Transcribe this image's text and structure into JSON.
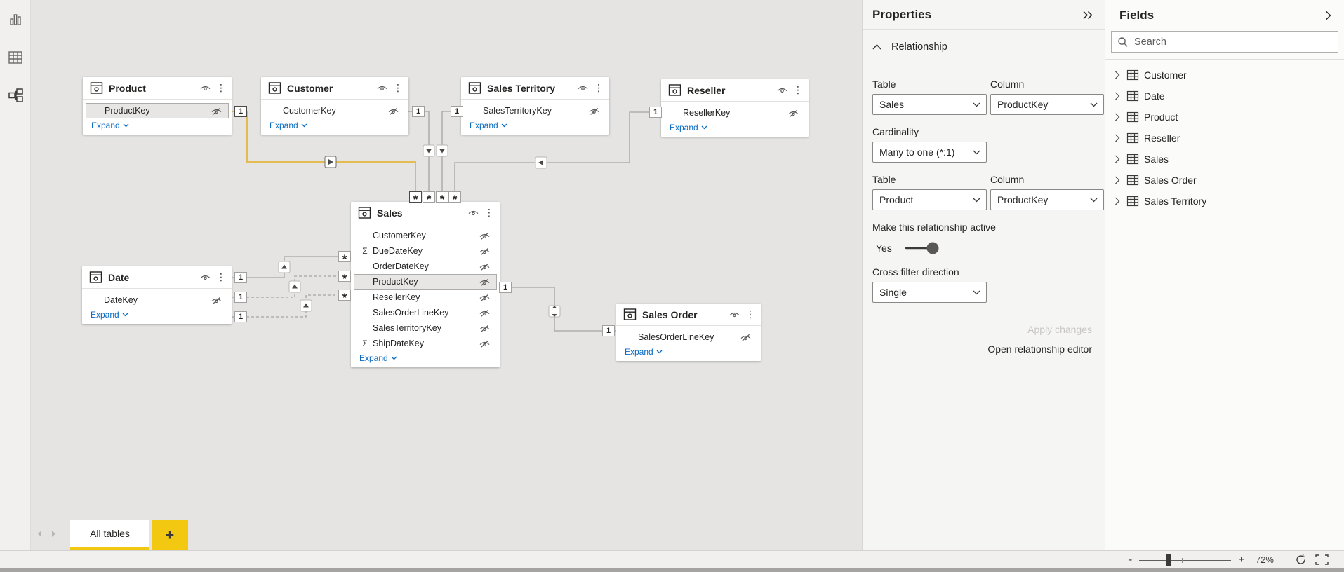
{
  "sidebar": {
    "icons": [
      {
        "id": "report-view",
        "name": "report-view-icon"
      },
      {
        "id": "data-view",
        "name": "data-view-icon"
      },
      {
        "id": "model-view",
        "name": "model-view-icon",
        "active": true
      }
    ]
  },
  "canvas": {
    "tables": [
      {
        "id": "product",
        "name": "Product",
        "fields": [
          {
            "name": "ProductKey",
            "hidden": true,
            "selected": true
          }
        ],
        "expand_label": "Expand"
      },
      {
        "id": "customer",
        "name": "Customer",
        "fields": [
          {
            "name": "CustomerKey",
            "hidden": true
          }
        ],
        "expand_label": "Expand"
      },
      {
        "id": "sales-territory",
        "name": "Sales Territory",
        "fields": [
          {
            "name": "SalesTerritoryKey",
            "hidden": true
          }
        ],
        "expand_label": "Expand"
      },
      {
        "id": "reseller",
        "name": "Reseller",
        "fields": [
          {
            "name": "ResellerKey",
            "hidden": true
          }
        ],
        "expand_label": "Expand"
      },
      {
        "id": "sales",
        "name": "Sales",
        "fields": [
          {
            "name": "CustomerKey",
            "hidden": true
          },
          {
            "name": "DueDateKey",
            "hidden": true,
            "sum": true
          },
          {
            "name": "OrderDateKey",
            "hidden": true
          },
          {
            "name": "ProductKey",
            "hidden": true,
            "selected": true
          },
          {
            "name": "ResellerKey",
            "hidden": true
          },
          {
            "name": "SalesOrderLineKey",
            "hidden": true
          },
          {
            "name": "SalesTerritoryKey",
            "hidden": true
          },
          {
            "name": "ShipDateKey",
            "hidden": true,
            "sum": true
          }
        ],
        "expand_label": "Expand"
      },
      {
        "id": "date",
        "name": "Date",
        "fields": [
          {
            "name": "DateKey",
            "hidden": true
          }
        ],
        "expand_label": "Expand"
      },
      {
        "id": "sales-order",
        "name": "Sales Order",
        "fields": [
          {
            "name": "SalesOrderLineKey",
            "hidden": true
          }
        ],
        "expand_label": "Expand"
      }
    ],
    "relationships": [
      {
        "id": "product-sales",
        "from": "Product",
        "to": "Sales",
        "from_label": "1",
        "to_label": "*",
        "active": true,
        "selected": true
      },
      {
        "id": "customer-sales",
        "from": "Customer",
        "to": "Sales",
        "from_label": "1",
        "to_label": "*",
        "active": true,
        "selected": false
      },
      {
        "id": "territory-sales",
        "from": "Sales Territory",
        "to": "Sales",
        "from_label": "1",
        "to_label": "*",
        "active": true,
        "selected": false
      },
      {
        "id": "reseller-sales",
        "from": "Reseller",
        "to": "Sales",
        "from_label": "1",
        "to_label": "*",
        "active": true,
        "selected": false
      },
      {
        "id": "date-sales-1",
        "from": "Date",
        "to": "Sales",
        "from_label": "1",
        "to_label": "*",
        "active": true,
        "selected": false
      },
      {
        "id": "date-sales-2",
        "from": "Date",
        "to": "Sales",
        "from_label": "1",
        "to_label": "*",
        "active": false,
        "selected": false
      },
      {
        "id": "date-sales-3",
        "from": "Date",
        "to": "Sales",
        "from_label": "1",
        "to_label": "*",
        "active": false,
        "selected": false
      },
      {
        "id": "sales-salesorder",
        "from": "Sales",
        "to": "Sales Order",
        "from_label": "1",
        "to_label": "1",
        "active": true,
        "selected": false,
        "direction": "both"
      }
    ]
  },
  "tabs": {
    "all_tables_label": "All tables",
    "add_label": "+"
  },
  "properties": {
    "title": "Properties",
    "section_label": "Relationship",
    "table1_label": "Table",
    "table1_value": "Sales",
    "column1_label": "Column",
    "column1_value": "ProductKey",
    "cardinality_label": "Cardinality",
    "cardinality_value": "Many to one (*:1)",
    "table2_label": "Table",
    "table2_value": "Product",
    "column2_label": "Column",
    "column2_value": "ProductKey",
    "active_label": "Make this relationship active",
    "active_value": "Yes",
    "crossfilter_label": "Cross filter direction",
    "crossfilter_value": "Single",
    "apply_label": "Apply changes",
    "open_editor_label": "Open relationship editor"
  },
  "fields": {
    "title": "Fields",
    "search_placeholder": "Search",
    "tables": [
      "Customer",
      "Date",
      "Product",
      "Reseller",
      "Sales",
      "Sales Order",
      "Sales Territory"
    ]
  },
  "statusbar": {
    "zoom_out_label": "-",
    "zoom_in_label": "+",
    "zoom_level": "72%"
  }
}
